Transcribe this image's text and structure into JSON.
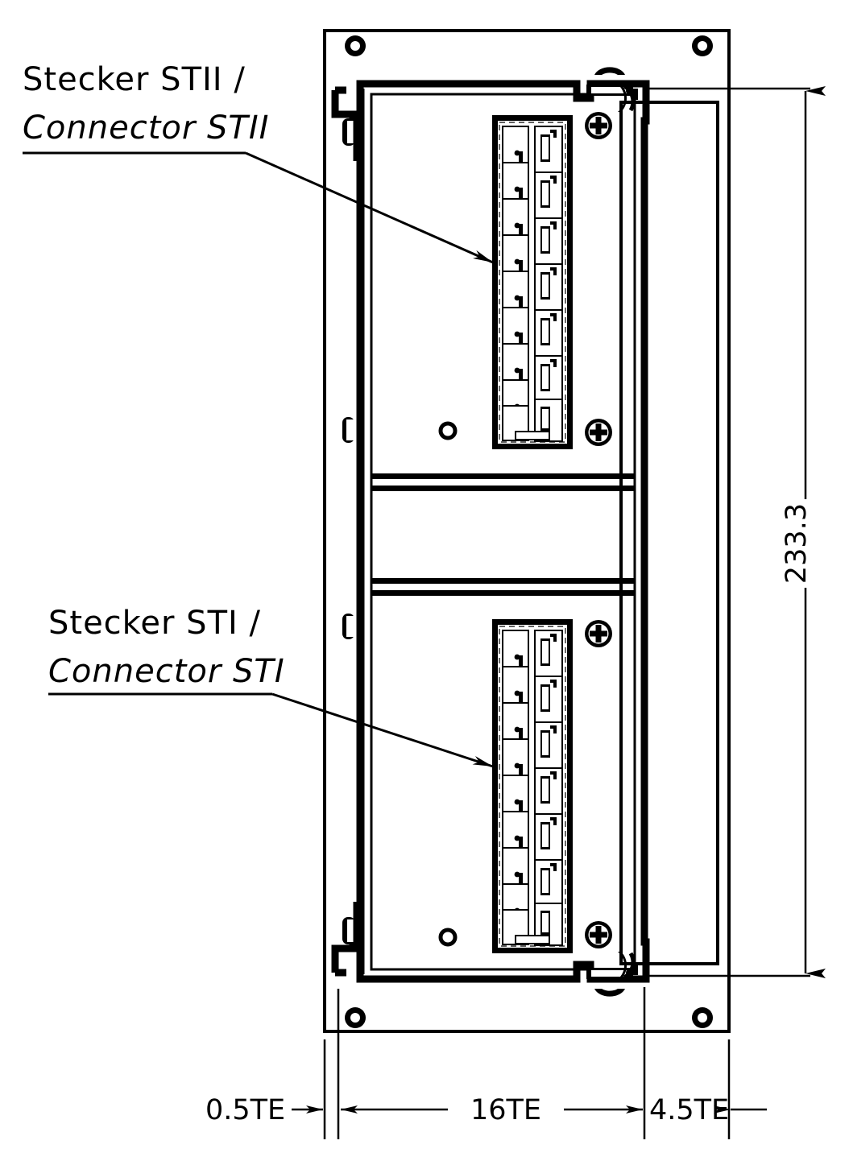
{
  "drawing": {
    "title": "Front panel assembly dimension drawing",
    "background_color": "#ffffff",
    "line_color": "#000000"
  },
  "annotations": [
    {
      "id": "connector-st2",
      "line1": "Stecker STII /",
      "line2": "Connector STII",
      "target": "upper-connector"
    },
    {
      "id": "connector-st1",
      "line1": "Stecker STI /",
      "line2": "Connector STI",
      "target": "lower-connector"
    }
  ],
  "dimensions": {
    "vertical": {
      "value": "233.3",
      "orientation": "vertical",
      "position": "right"
    },
    "horizontal": [
      {
        "value": "0.5TE",
        "order": 1
      },
      {
        "value": "16TE",
        "order": 2
      },
      {
        "value": "4.5TE",
        "order": 3
      }
    ]
  },
  "components": {
    "panel": {
      "name": "front-panel",
      "mounting_holes": 4
    },
    "connectors": [
      {
        "name": "upper-connector",
        "label": "STII",
        "rows": 9,
        "columns": 2
      },
      {
        "name": "lower-connector",
        "label": "STI",
        "rows": 9,
        "columns": 2
      }
    ],
    "screws": [
      {
        "name": "screw-top-right"
      },
      {
        "name": "screw-middle-right"
      },
      {
        "name": "screw-lower-middle-right"
      },
      {
        "name": "screw-bottom-right"
      }
    ],
    "handles": [
      {
        "name": "handle-top-left"
      },
      {
        "name": "handle-bottom-left"
      }
    ],
    "ejectors": [
      {
        "name": "ejector-top-right"
      },
      {
        "name": "ejector-bottom-right"
      }
    ]
  }
}
